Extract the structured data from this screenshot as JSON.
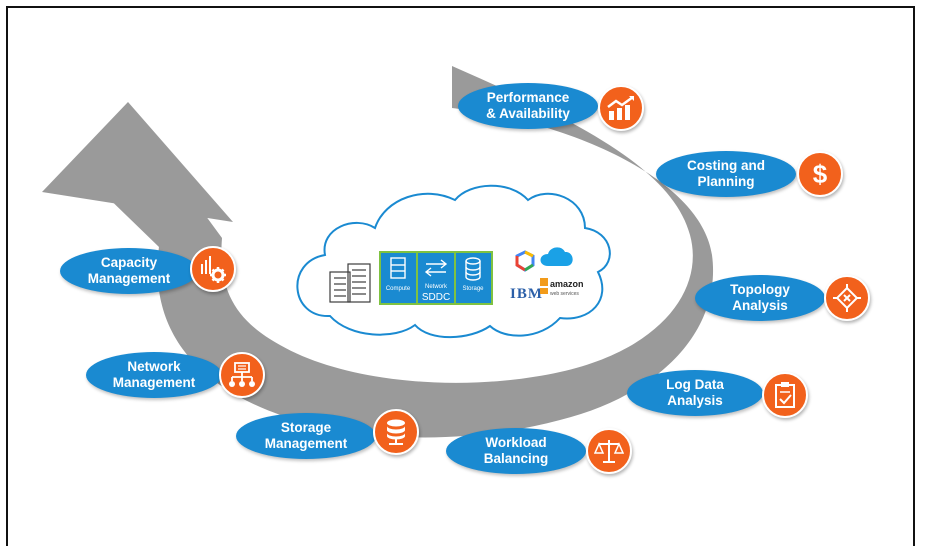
{
  "colors": {
    "arrow": "#9a9a9a",
    "pill": "#1a8ad1",
    "badge": "#f2611c",
    "cloud_stroke": "#1a8ad1",
    "sddc_box": "#1a8ad1",
    "sddc_border": "#7fc241"
  },
  "stages": [
    {
      "label": "Performance\n& Availability",
      "icon": "line-chart-icon"
    },
    {
      "label": "Costing and\nPlanning",
      "icon": "dollar-icon"
    },
    {
      "label": "Topology\nAnalysis",
      "icon": "topology-icon"
    },
    {
      "label": "Log Data\nAnalysis",
      "icon": "clipboard-check-icon"
    },
    {
      "label": "Workload\nBalancing",
      "icon": "scale-icon"
    },
    {
      "label": "Storage\nManagement",
      "icon": "storage-icon"
    },
    {
      "label": "Network\nManagement",
      "icon": "network-icon"
    },
    {
      "label": "Capacity\nManagement",
      "icon": "capacity-gear-icon"
    }
  ],
  "cloud": {
    "sddc": {
      "compute_label": "Compute",
      "network_label": "Network",
      "storage_label": "Storage",
      "center_label": "SDDC"
    },
    "vendors": {
      "ibm": "IBM",
      "amazon": "amazon",
      "amazon_sub": "web services"
    }
  },
  "dollar_symbol": "$"
}
